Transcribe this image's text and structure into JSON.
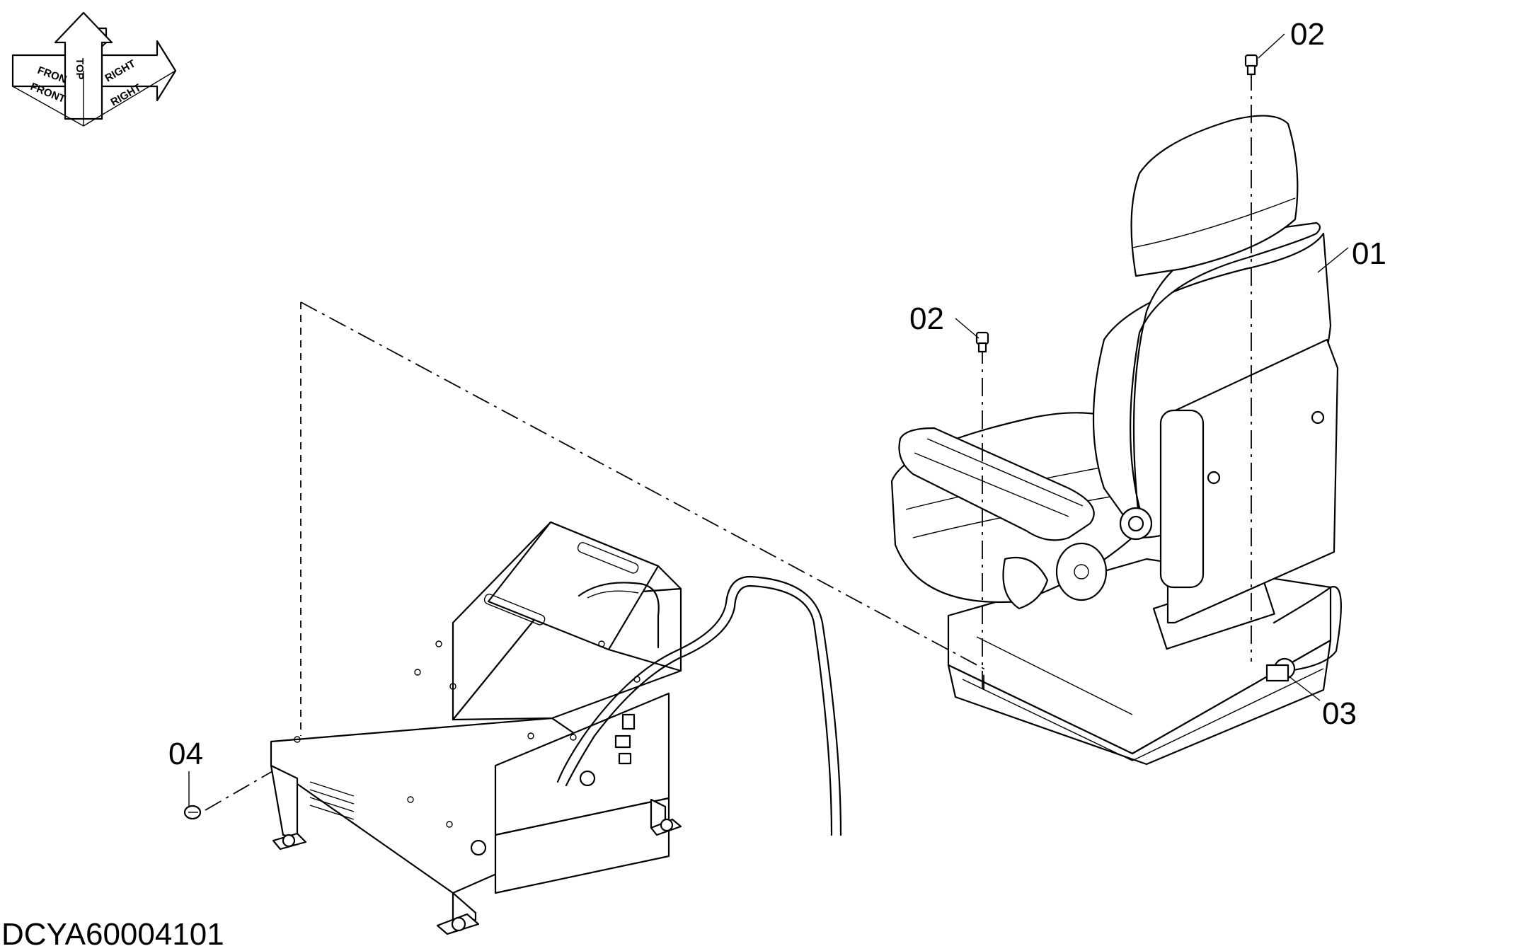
{
  "diagram": {
    "drawing_code": "DCYA60004101",
    "callouts": [
      "01",
      "02",
      "02",
      "03",
      "04"
    ],
    "orientation_labels": {
      "front_small": "FRON",
      "top": "TOP",
      "right_small": "RIGHT",
      "front": "FRONT",
      "right": "RIGHT"
    }
  }
}
